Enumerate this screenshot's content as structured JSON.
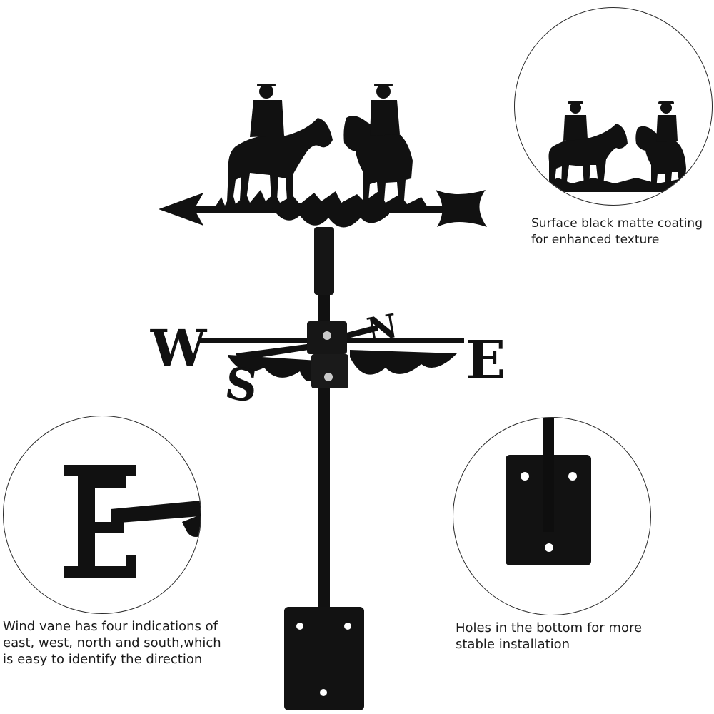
{
  "compass": {
    "west": "W",
    "east": "E",
    "north": "N",
    "south": "S"
  },
  "callouts": {
    "texture": "Surface black matte coating\n for enhanced texture",
    "directions": "Wind vane has four indications of\neast, west, north and south,which\n is easy to identify the direction",
    "holes": "Holes in the bottom for more\n stable installation"
  },
  "colors": {
    "metal": "#111111",
    "background": "#ffffff",
    "ring": "#2b2b2b",
    "text": "#1a1a1a"
  }
}
